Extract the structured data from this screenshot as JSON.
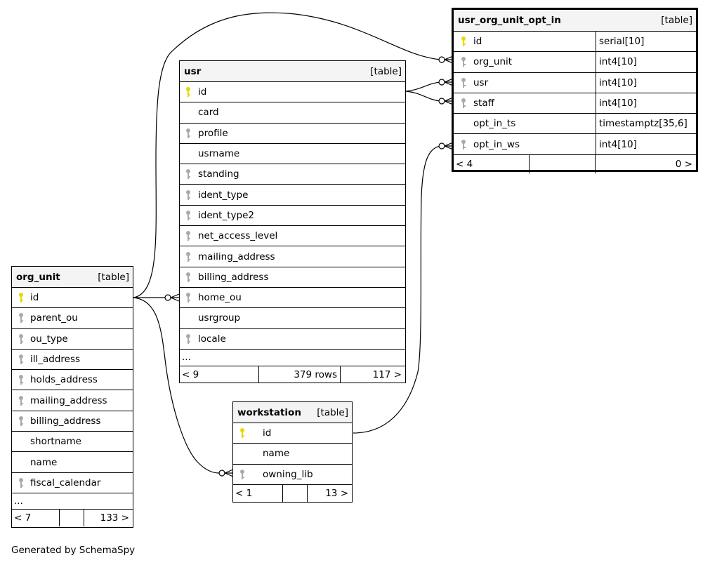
{
  "tables": {
    "usr_org_unit_opt_in": {
      "title": "usr_org_unit_opt_in",
      "kind": "[table]",
      "columns": [
        {
          "name": "id",
          "type": "serial[10]",
          "key": "primary"
        },
        {
          "name": "org_unit",
          "type": "int4[10]",
          "key": "foreign"
        },
        {
          "name": "usr",
          "type": "int4[10]",
          "key": "foreign"
        },
        {
          "name": "staff",
          "type": "int4[10]",
          "key": "foreign"
        },
        {
          "name": "opt_in_ts",
          "type": "timestamptz[35,6]",
          "key": "none"
        },
        {
          "name": "opt_in_ws",
          "type": "int4[10]",
          "key": "foreign"
        }
      ],
      "footer": {
        "left": "< 4",
        "mid": "",
        "right": "0 >"
      }
    },
    "usr": {
      "title": "usr",
      "kind": "[table]",
      "columns": [
        {
          "name": "id",
          "key": "primary"
        },
        {
          "name": "card",
          "key": "none"
        },
        {
          "name": "profile",
          "key": "foreign"
        },
        {
          "name": "usrname",
          "key": "none"
        },
        {
          "name": "standing",
          "key": "foreign"
        },
        {
          "name": "ident_type",
          "key": "foreign"
        },
        {
          "name": "ident_type2",
          "key": "foreign"
        },
        {
          "name": "net_access_level",
          "key": "foreign"
        },
        {
          "name": "mailing_address",
          "key": "foreign"
        },
        {
          "name": "billing_address",
          "key": "foreign"
        },
        {
          "name": "home_ou",
          "key": "foreign"
        },
        {
          "name": "usrgroup",
          "key": "none"
        },
        {
          "name": "locale",
          "key": "foreign"
        }
      ],
      "more": "...",
      "footer": {
        "left": "< 9",
        "mid": "379 rows",
        "right": "117 >"
      }
    },
    "org_unit": {
      "title": "org_unit",
      "kind": "[table]",
      "columns": [
        {
          "name": "id",
          "key": "primary"
        },
        {
          "name": "parent_ou",
          "key": "foreign"
        },
        {
          "name": "ou_type",
          "key": "foreign"
        },
        {
          "name": "ill_address",
          "key": "foreign"
        },
        {
          "name": "holds_address",
          "key": "foreign"
        },
        {
          "name": "mailing_address",
          "key": "foreign"
        },
        {
          "name": "billing_address",
          "key": "foreign"
        },
        {
          "name": "shortname",
          "key": "none"
        },
        {
          "name": "name",
          "key": "none"
        },
        {
          "name": "fiscal_calendar",
          "key": "foreign"
        }
      ],
      "more": "...",
      "footer": {
        "left": "< 7",
        "mid": "",
        "right": "133 >"
      }
    },
    "workstation": {
      "title": "workstation",
      "kind": "[table]",
      "columns": [
        {
          "name": "id",
          "key": "primary"
        },
        {
          "name": "name",
          "key": "none"
        },
        {
          "name": "owning_lib",
          "key": "foreign"
        }
      ],
      "footer": {
        "left": "< 1",
        "mid": "",
        "right": "13 >"
      }
    }
  },
  "generated_by": "Generated by SchemaSpy",
  "colors": {
    "primary_key": "#e8d800",
    "foreign_key": "#aaaaaa",
    "header_bg": "#f4f4f4"
  }
}
